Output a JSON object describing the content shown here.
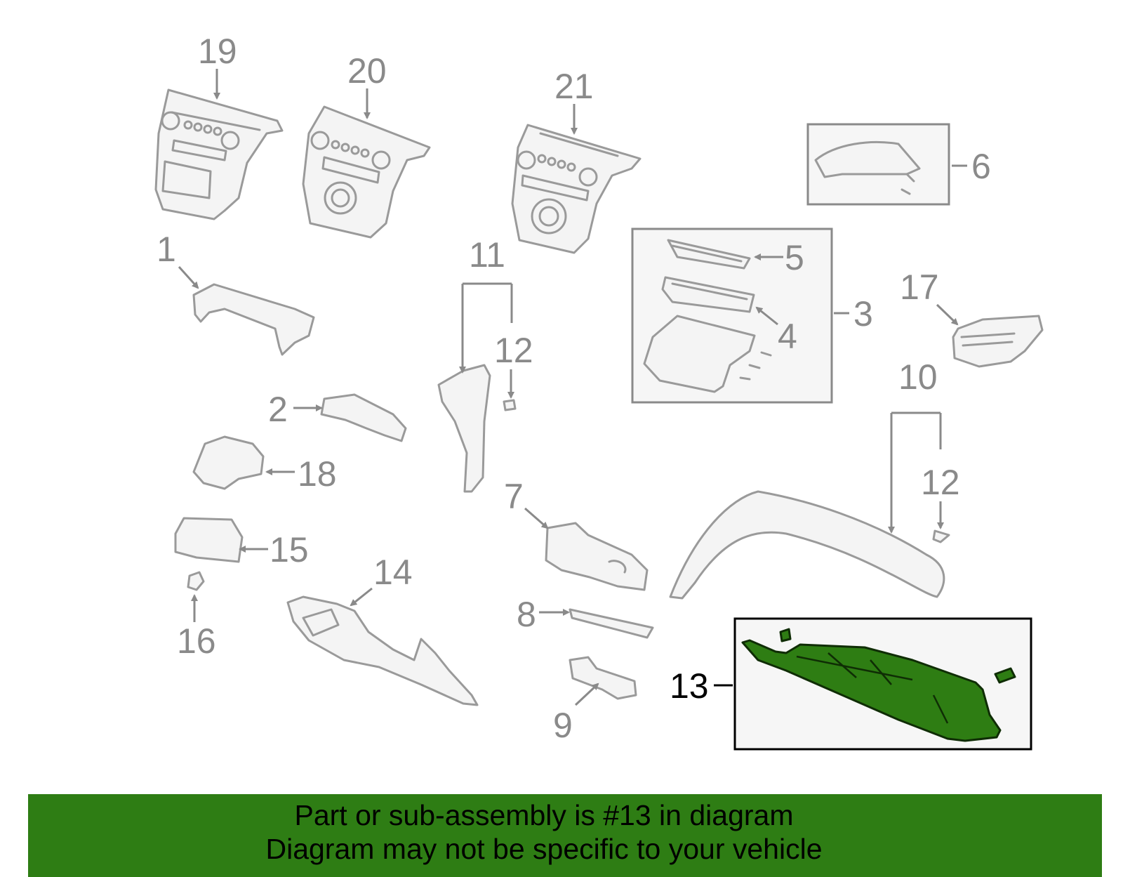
{
  "callouts": {
    "c1": "1",
    "c2": "2",
    "c3": "3",
    "c4": "4",
    "c5": "5",
    "c6": "6",
    "c7": "7",
    "c8": "8",
    "c9": "9",
    "c10": "10",
    "c11": "11",
    "c12a": "12",
    "c12b": "12",
    "c13": "13",
    "c14": "14",
    "c15": "15",
    "c16": "16",
    "c17": "17",
    "c18": "18",
    "c19": "19",
    "c20": "20",
    "c21": "21"
  },
  "highlighted_part": "13",
  "colors": {
    "highlight": "#2e7d13",
    "footer_background": "#2e7d14",
    "part_outline": "#9a9a9a"
  },
  "footer": {
    "line1": "Part or sub-assembly is #13 in diagram",
    "line2": "Diagram may not be specific to your vehicle"
  }
}
